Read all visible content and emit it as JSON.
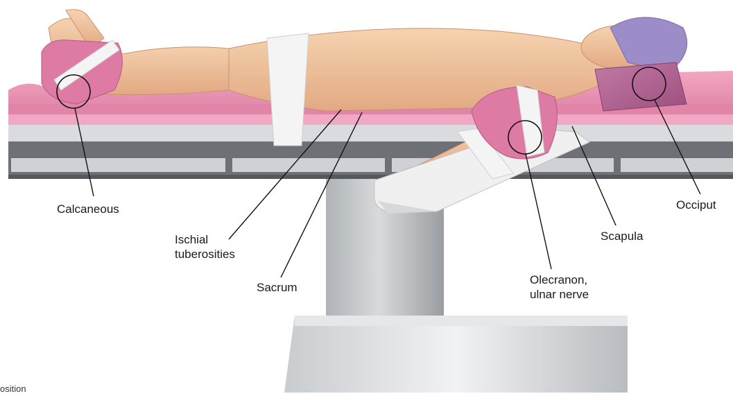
{
  "labels": {
    "calcaneous": "Calcaneous",
    "ischial": "Ischial\ntuberosities",
    "sacrum": "Sacrum",
    "olecranon": "Olecranon,\nulnar nerve",
    "scapula": "Scapula",
    "occiput": "Occiput"
  },
  "caption": "osition",
  "colors": {
    "skin": "#f2c7a0",
    "pad_pink": "#e88fb0",
    "pad_dark": "#c85c8c",
    "table_gray": "#8e9196",
    "strap": "#f4f4f4",
    "cap_purple": "#9c8cc8"
  }
}
